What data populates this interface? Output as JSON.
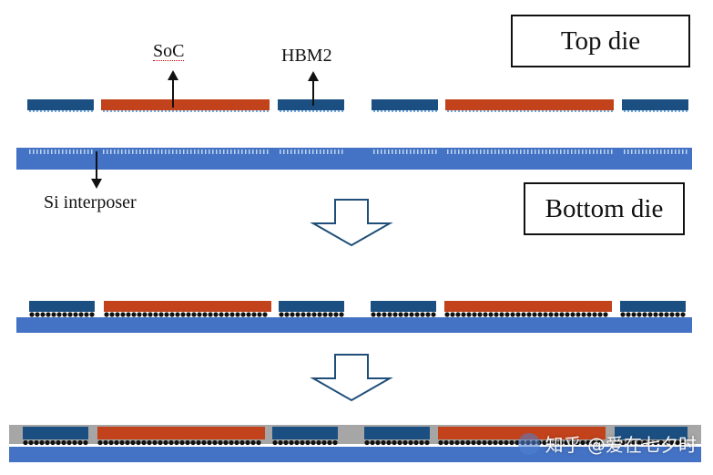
{
  "labels": {
    "soc": "SoC",
    "hbm2": "HBM2",
    "si_interposer": "Si interposer"
  },
  "boxes": {
    "top_die": "Top die",
    "bottom_die": "Bottom die"
  },
  "watermark": {
    "text": "知乎 @爱在七夕时"
  },
  "colors": {
    "soc": "#C2421B",
    "hbm": "#1B4F82",
    "interposer": "#4472C4",
    "bump": "#111111",
    "underfill": "#A6A6A6"
  }
}
